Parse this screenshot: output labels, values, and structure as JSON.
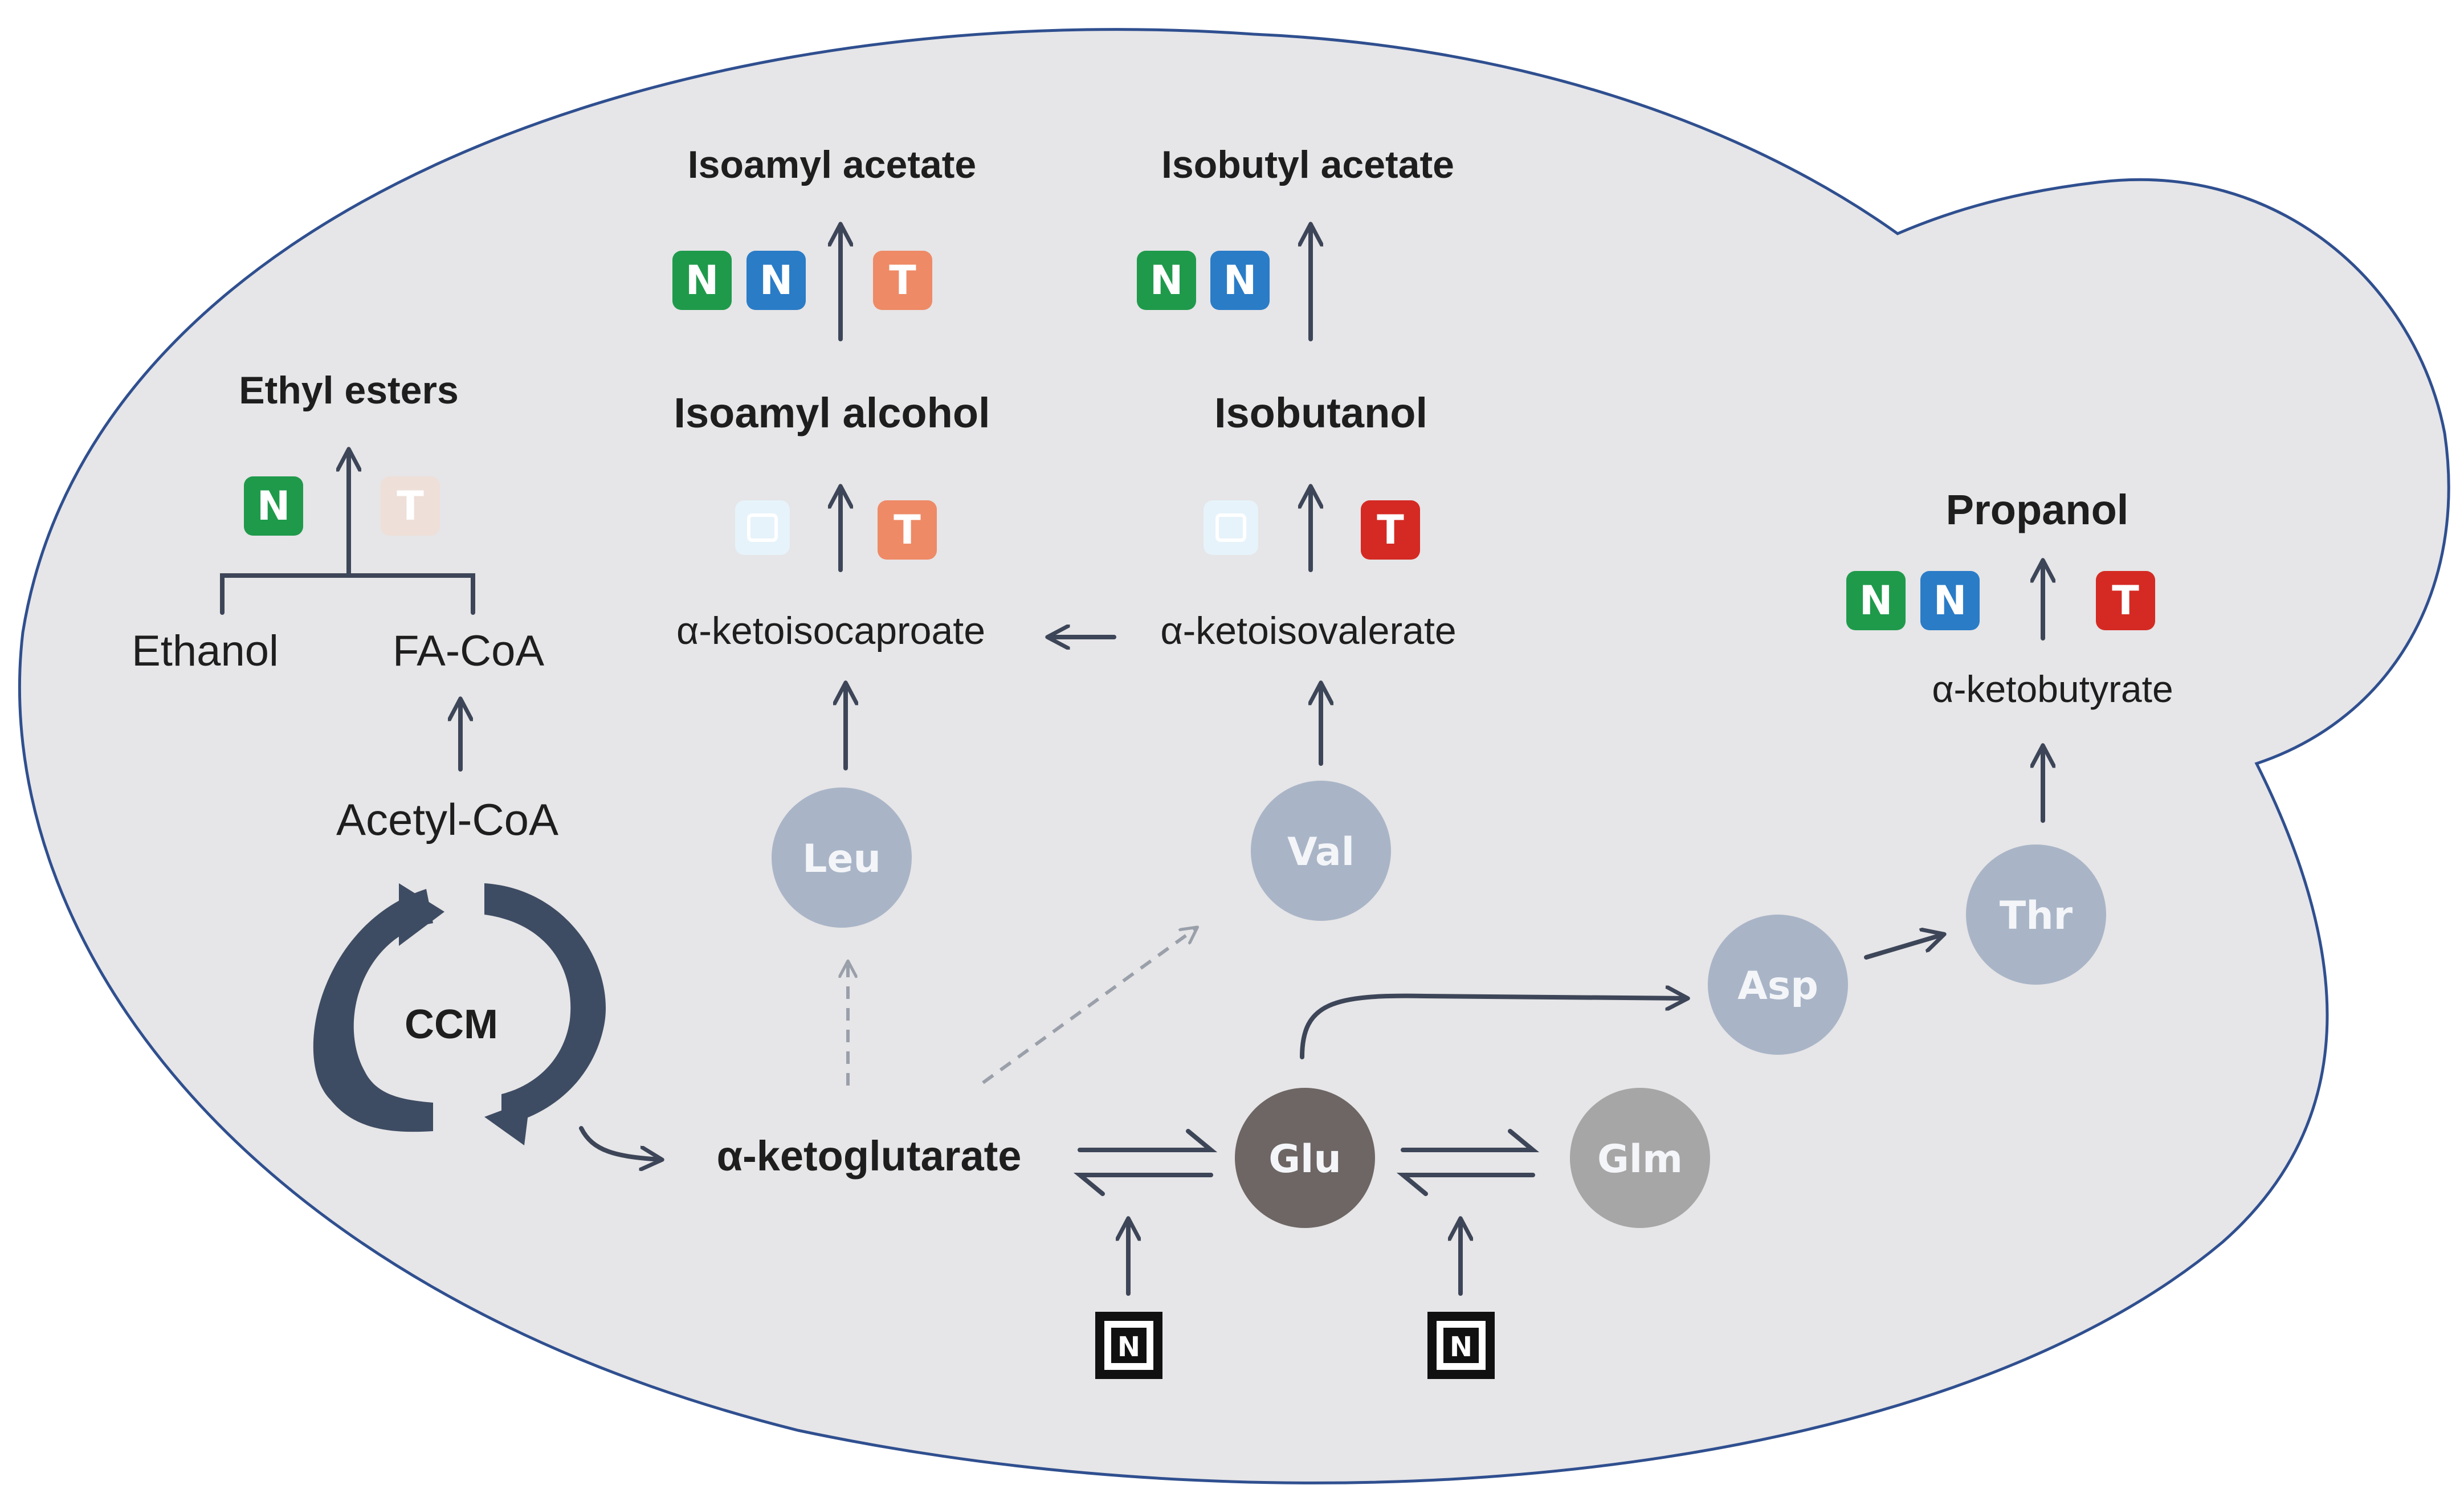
{
  "labels": {
    "isoamyl_acetate": "Isoamyl acetate",
    "isobutyl_acetate": "Isobutyl acetate",
    "ethyl_esters": "Ethyl esters",
    "isoamyl_alcohol": "Isoamyl alcohol",
    "isobutanol": "Isobutanol",
    "propanol": "Propanol",
    "ethanol": "Ethanol",
    "fa_coa": "FA-CoA",
    "acetyl_coa": "Acetyl-CoA",
    "ketoisocaproate": "α-ketoisocaproate",
    "ketoisovalerate": "α-ketoisovalerate",
    "ketobutyrate": "α-ketobutyrate",
    "ccm": "CCM",
    "ketoglutarate": "α-ketoglutarate"
  },
  "badges": {
    "n": "N",
    "t": "T"
  },
  "amino_acids": {
    "leu": "Leu",
    "val": "Val",
    "asp": "Asp",
    "thr": "Thr",
    "glu": "Glu",
    "glm": "Glm"
  },
  "nitrogen_source": {
    "symbol": "N"
  },
  "colors": {
    "cell_fill": "#e6e5e7",
    "cell_outline": "#2f4f8f",
    "badge_green": "#1f9a4b",
    "badge_blue": "#2a7cc7",
    "badge_orange": "#ee8a66",
    "badge_red": "#d42a23",
    "badge_faded_peach": "#eedfd8",
    "badge_faded_blue": "#e6f3fa",
    "amino_acid_circle": "#a9b5c7",
    "glu_circle": "#6d6664",
    "glm_circle": "#a6a6a6",
    "arrow": "#3d4658",
    "ccm_cycle": "#3e4c63"
  }
}
